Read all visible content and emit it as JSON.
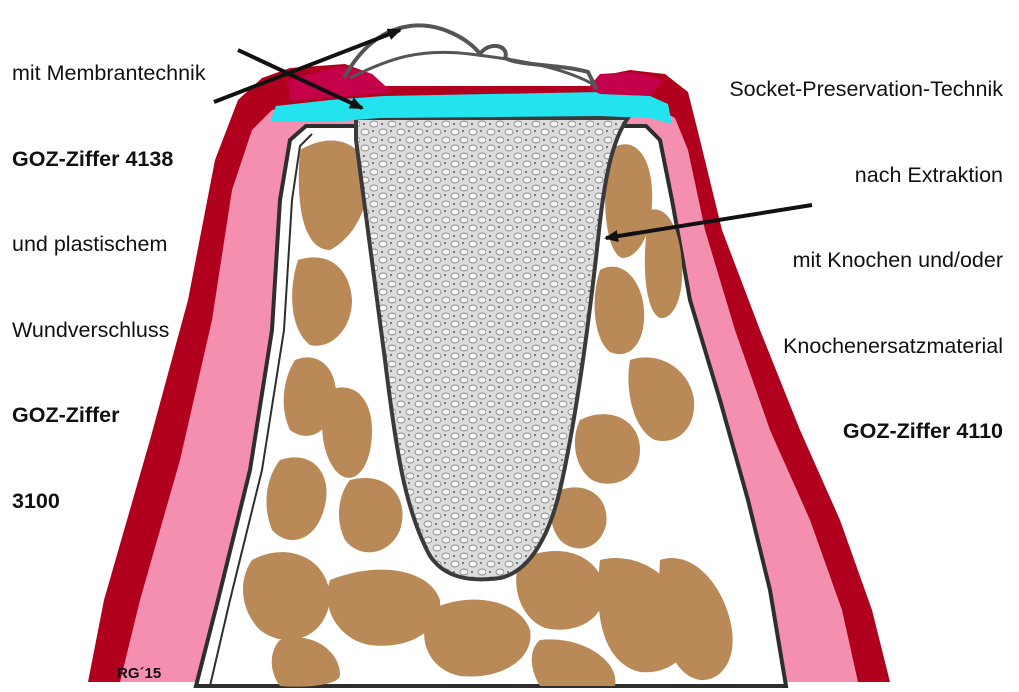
{
  "annotations": {
    "membrane": {
      "line1": "mit Membrantechnik",
      "code1": "GOZ-Ziffer 4138",
      "line2": "und plastischem",
      "line3": "Wundverschluss",
      "code2a": "GOZ-Ziffer",
      "code2b": "3100"
    },
    "socket": {
      "line1": "Socket-Preservation-Technik",
      "line2": "nach Extraktion",
      "line3": "mit Knochen und/oder",
      "line4": "Knochenersatzmaterial",
      "code": "GOZ-Ziffer 4110"
    }
  },
  "signature": "RG´15",
  "colors": {
    "gingiva_outer": "#b0001e",
    "gingiva_inner": "#f48fb0",
    "membrane": "#22e3ee",
    "bone_fragments": "#b98a58",
    "graft_fill": "#d9d9d9",
    "outline": "#3a3a3a",
    "arrow": "#111111"
  }
}
